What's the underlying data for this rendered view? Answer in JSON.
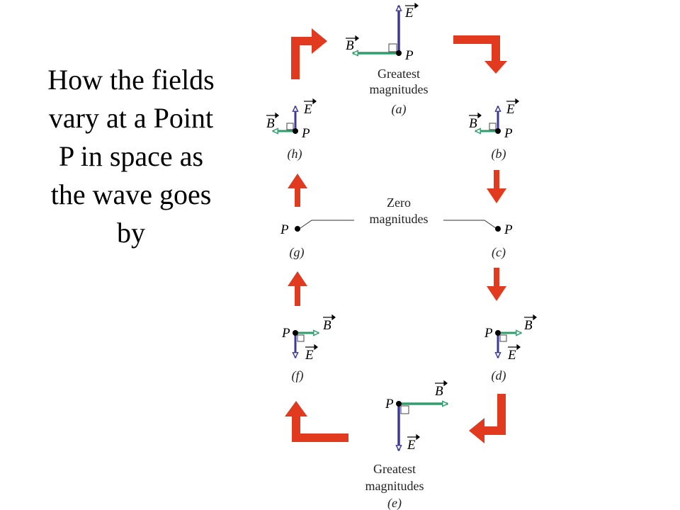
{
  "title_lines": [
    "How the fields",
    "vary at a Point",
    "P in space as",
    "the wave goes",
    "by"
  ],
  "point_label": "P",
  "e_label": "E",
  "b_label": "B",
  "greatest_line1": "Greatest",
  "greatest_line2": "magnitudes",
  "zero_line1": "Zero",
  "zero_line2": "magnitudes",
  "panels": {
    "a": "(a)",
    "b": "(b)",
    "c": "(c)",
    "d": "(d)",
    "e": "(e)",
    "f": "(f)",
    "g": "(g)",
    "h": "(h)"
  },
  "colors": {
    "E": "#3b3a9c",
    "B": "#2f9e6c",
    "arrow": "#e23a1f"
  }
}
